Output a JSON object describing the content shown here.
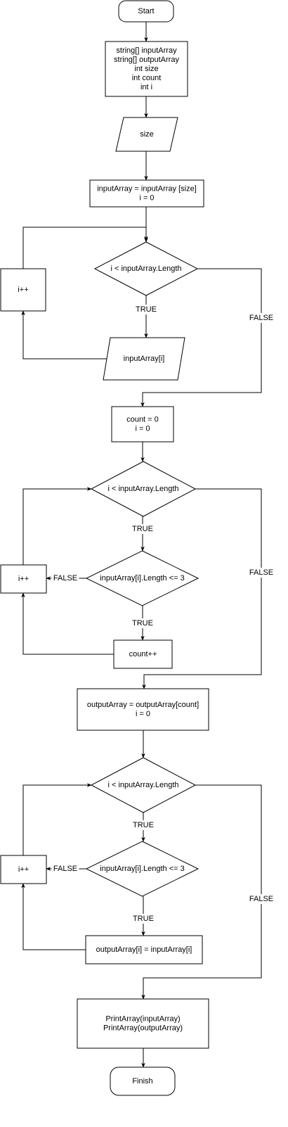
{
  "colors": {
    "stroke": "#000000",
    "fill": "#ffffff",
    "text": "#000000"
  },
  "nodes": {
    "start": [
      "Start"
    ],
    "declarations": [
      "string[] inputArray",
      "string[] outputArray",
      "int size",
      "int count",
      "int i"
    ],
    "input_size": [
      "size"
    ],
    "init_input_array": [
      "inputArray = inputArray [size]",
      "i = 0"
    ],
    "loop1_cond": [
      "i < inputArray.Length"
    ],
    "loop1_incr": [
      "i++"
    ],
    "loop1_read": [
      "inputArray[i]"
    ],
    "init_count": [
      "count = 0",
      "i = 0"
    ],
    "loop2_cond": [
      "i < inputArray.Length"
    ],
    "loop2_check": [
      "inputArray[i].Length <= 3"
    ],
    "loop2_incr": [
      "i++"
    ],
    "loop2_count": [
      "count++"
    ],
    "init_output_array": [
      "outputArray  =  outputArray[count]",
      "i = 0"
    ],
    "loop3_cond": [
      "i < inputArray.Length"
    ],
    "loop3_check": [
      "inputArray[i].Length <= 3"
    ],
    "loop3_incr": [
      "i++"
    ],
    "loop3_assign": [
      "outputArray[i] = inputArray[i]"
    ],
    "print": [
      "PrintArray(inputArray)",
      "PrintArray(outputArray)"
    ],
    "finish": [
      "Finish"
    ]
  },
  "edge_labels": {
    "loop1_true": "TRUE",
    "loop1_false": "FALSE",
    "loop2_true": "TRUE",
    "loop2_false": "FALSE",
    "loop2_check_true": "TRUE",
    "loop2_check_false": "FALSE",
    "loop3_true": "TRUE",
    "loop3_false": "FALSE",
    "loop3_check_true": "TRUE",
    "loop3_check_false": "FALSE"
  }
}
